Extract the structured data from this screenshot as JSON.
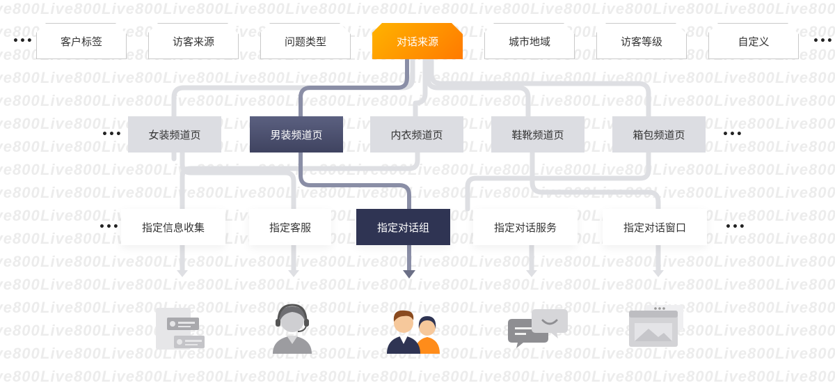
{
  "colors": {
    "accent_orange": "#ff8a00",
    "active_navy": "#2f3453",
    "channel_active": "#4a4f6e",
    "inactive_gray": "#dcdde2",
    "line_gray": "#dedfe3",
    "line_active": "#8a8ea6"
  },
  "watermark": "Live800",
  "more_label": "•••",
  "sources": [
    {
      "label": "客户标签"
    },
    {
      "label": "访客来源"
    },
    {
      "label": "问题类型"
    },
    {
      "label": "对话来源",
      "active": true
    },
    {
      "label": "城市地域"
    },
    {
      "label": "访客等级"
    },
    {
      "label": "自定义"
    }
  ],
  "channels": [
    {
      "label": "女装频道页"
    },
    {
      "label": "男装频道页",
      "active": true
    },
    {
      "label": "内衣频道页"
    },
    {
      "label": "鞋靴频道页"
    },
    {
      "label": "箱包频道页"
    }
  ],
  "actions": [
    {
      "label": "指定信息收集",
      "icon": "form-cards-icon"
    },
    {
      "label": "指定客服",
      "icon": "agent-headset-icon"
    },
    {
      "label": "指定对话组",
      "icon": "group-people-icon",
      "active": true
    },
    {
      "label": "指定对话服务",
      "icon": "chat-bubbles-icon"
    },
    {
      "label": "指定对话窗口",
      "icon": "browser-window-icon"
    }
  ]
}
